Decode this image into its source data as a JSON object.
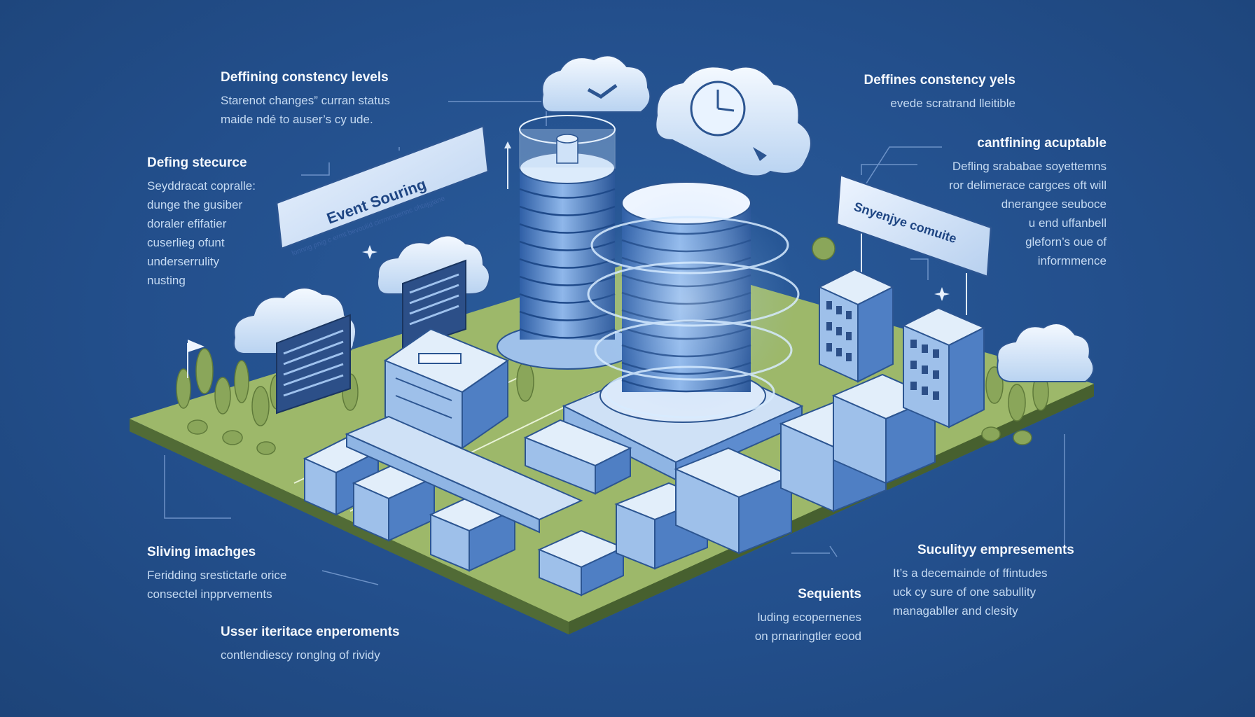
{
  "captions": {
    "top_left": {
      "title": "Deffining constency levels",
      "lines": [
        "Starenot changes” curran status",
        "maide ndé to auser’s cy ude."
      ]
    },
    "mid_left": {
      "title": "Defing stecurce",
      "lines": [
        "Seyddracat copralle:",
        "dunge the  gusiber",
        "doraler efifatier",
        "cuserlieg ofunt",
        "underserrulity",
        "nusting"
      ]
    },
    "top_right": {
      "title": "Deffines constency yels",
      "lines": [
        "evede scratrand lleitible"
      ]
    },
    "mid_right": {
      "title": "cantfining acuptable",
      "lines": [
        "Defling srababae soyettemns",
        "ror delimerace cargces oft will",
        "dnerangee seuboce",
        "u end uffanbell",
        "gleforn’s oue of",
        "informmence"
      ]
    },
    "bot_left_1": {
      "title": "Sliving imachges",
      "lines": [
        "Feridding srestictarle orice",
        "consectel inpprvements"
      ]
    },
    "bot_left_2": {
      "title": "Usser iteritace enperoments",
      "lines": [
        "contlendiescy ronglng of rividy"
      ]
    },
    "bot_center": {
      "title": "Sequients",
      "lines": [
        "luding ecopernenes",
        "on prnaringtler eood"
      ]
    },
    "bot_right": {
      "title": "Suculityy empresements",
      "lines": [
        "It’s a decemainde of ffintudes",
        "uck cy sure of one sabullity",
        "managabller and clesity"
      ]
    }
  },
  "signs": {
    "event_sourcing": "Event Souring",
    "event_sourcing_sub": "lonnng pnig c ermt bevoulid cirrmmuennc ohtajgiane",
    "sync_compute": "Snyenjye comuite"
  },
  "colors": {
    "background": "#234f8c",
    "ground_top": "#9db86a",
    "ground_side": "#5d7a3d",
    "server_light": "#e2eefa",
    "server_mid": "#8fb5e4",
    "server_dark": "#3f6fb5",
    "tree": "#8aa65a",
    "text": "#eaf2fb"
  },
  "icons": [
    "cloud-icon",
    "clock-icon",
    "database-icon",
    "server-icon",
    "building-icon",
    "tree-icon",
    "flag-icon"
  ]
}
